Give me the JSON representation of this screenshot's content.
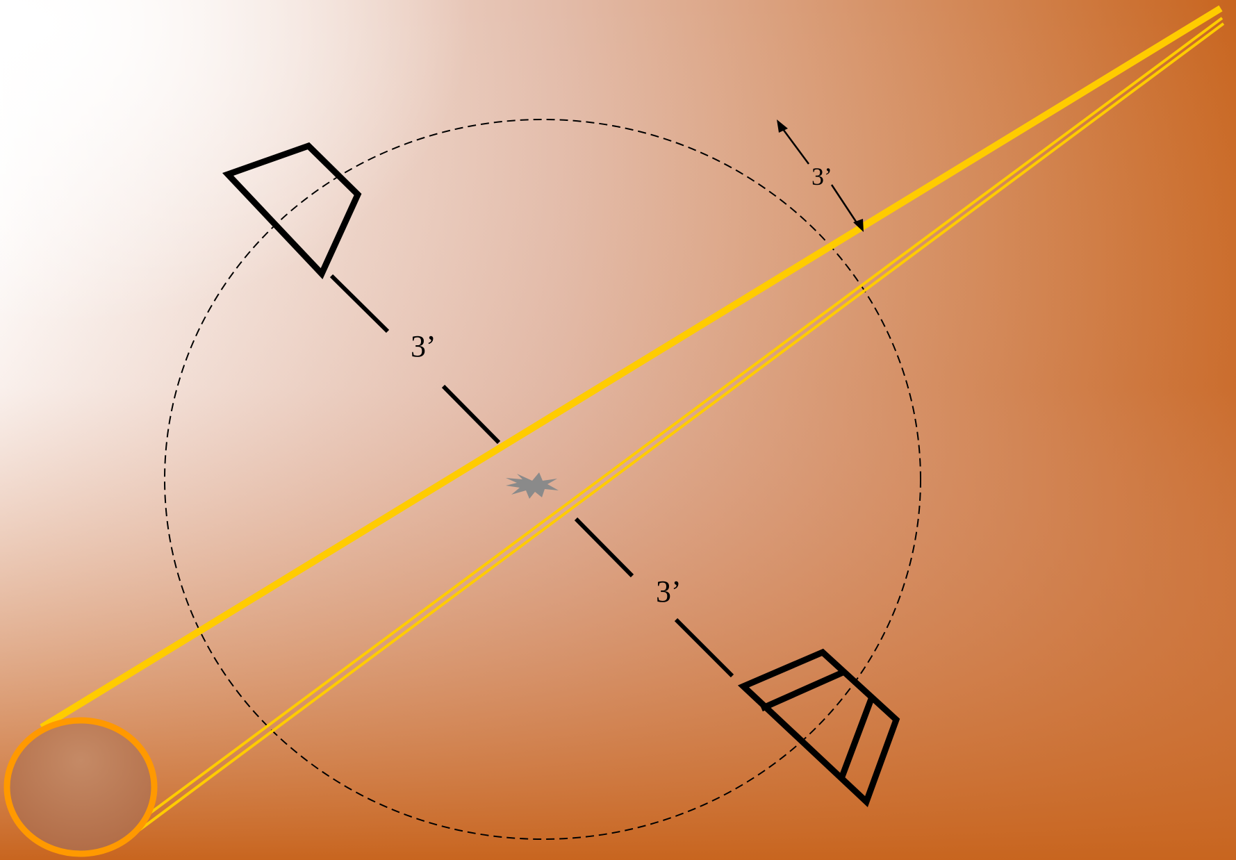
{
  "background": {
    "corner_color": "#ffffff",
    "mid_color": "#e3bcaa",
    "edge_color": "#c8651f"
  },
  "colors": {
    "outline": "#000000",
    "sun_ray": "#ffcc00",
    "sun_fill": "#b06a44",
    "sun_ring": "#ff9900",
    "flash": "#8a8a8a",
    "clearance_circle": "#000000"
  },
  "labels": {
    "upper_distance": "3’",
    "lower_distance": "3’",
    "edge_clearance": "3’"
  }
}
